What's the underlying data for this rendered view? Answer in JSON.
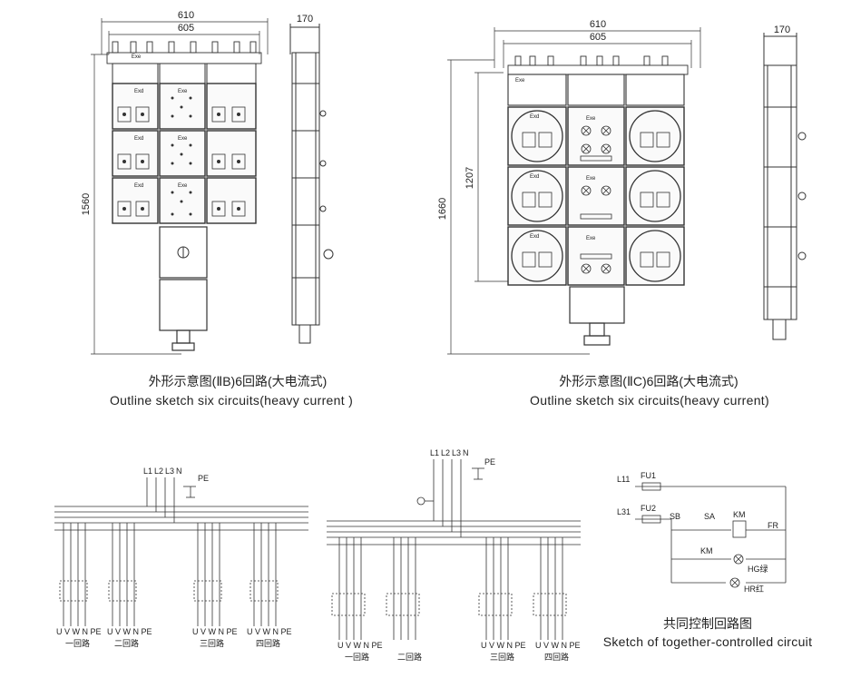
{
  "figure_left": {
    "dims": {
      "w_outer": "610",
      "w_inner": "605",
      "height": "1560",
      "side_w": "170"
    },
    "module_label_top": "Exe",
    "module_label_bd": "Exd",
    "module_label_ex": "Exe",
    "caption_cn": "外形示意图(ⅡB)6回路(大电流式)",
    "caption_en": "Outline sketch six circuits(heavy current )"
  },
  "figure_right": {
    "dims": {
      "w_outer": "610",
      "w_inner": "605",
      "height_outer": "1660",
      "height_inner": "1207",
      "side_w": "170"
    },
    "module_label_top": "Exe",
    "module_label_bd": "Exd",
    "module_label_ex": "Exe",
    "caption_cn": "外形示意图(ⅡC)6回路(大电流式)",
    "caption_en": "Outline sketch six circuits(heavy current)"
  },
  "circuit_left": {
    "inputs": [
      "L1",
      "L2",
      "L3",
      "N"
    ],
    "pe": "PE",
    "terminals_a": "U V W N PE",
    "terminals_b": "U V W N PE",
    "terminals_c": "U V W N PE",
    "terminals_d": "U V W N PE",
    "loops": [
      "一回路",
      "二回路",
      "三回路",
      "四回路"
    ]
  },
  "circuit_mid": {
    "inputs": [
      "L1",
      "L2",
      "L3",
      "N"
    ],
    "pe": "PE",
    "terminals": "U V W N PE",
    "loops": [
      "一回路",
      "二回路",
      "三回路",
      "四回路"
    ]
  },
  "control": {
    "l11": "L11",
    "l31": "L31",
    "fu1": "FU1",
    "fu2": "FU2",
    "sb": "SB",
    "sa": "SA",
    "km": "KM",
    "km2": "KM",
    "fr": "FR",
    "hg": "HG绿",
    "hr": "HR红",
    "caption_cn": "共同控制回路图",
    "caption_en": "Sketch of together-controlled circuit"
  }
}
